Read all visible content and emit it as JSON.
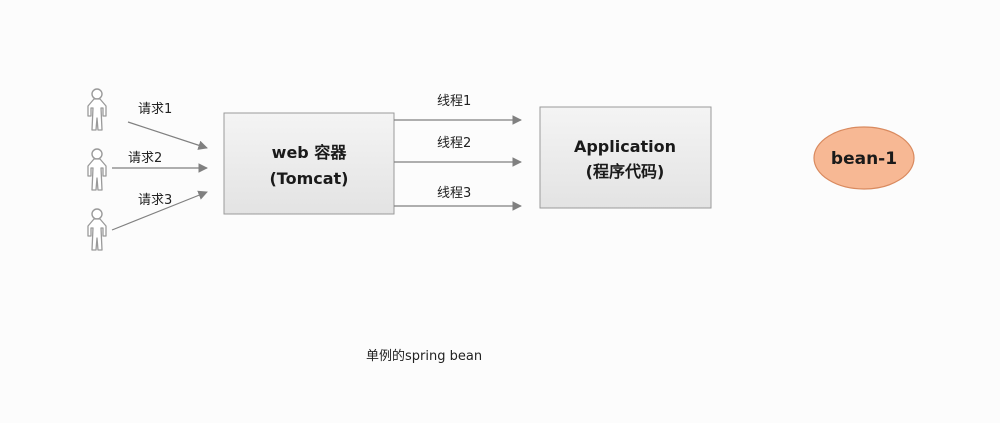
{
  "requests": [
    "请求1",
    "请求2",
    "请求3"
  ],
  "threads": [
    "线程1",
    "线程2",
    "线程3"
  ],
  "container": {
    "line1": "web 容器",
    "line2": "(Tomcat)"
  },
  "application": {
    "line1": "Application",
    "line2": "(程序代码)"
  },
  "bean": {
    "label": "bean-1"
  },
  "caption": "单例的spring bean",
  "colors": {
    "box_fill": "#eeeeee",
    "box_stroke": "#9a9a9a",
    "bean_fill": "#f7b894",
    "bean_stroke": "#d98a5f",
    "arrow": "#808080",
    "user_fill": "#ffffff",
    "user_stroke": "#9a9a9a"
  }
}
